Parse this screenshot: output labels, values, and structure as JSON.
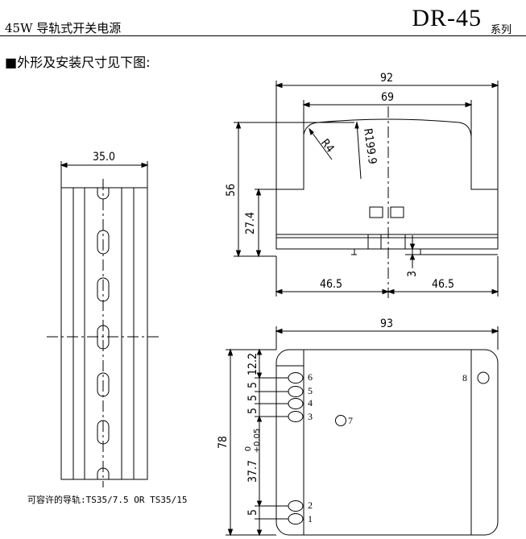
{
  "header": {
    "model_desc": "45W 导轨式开关电源",
    "model_code": "DR-45",
    "series_label": "系列"
  },
  "caption": "■外形及安装尺寸见下图:",
  "rail": {
    "width_label": "35.0",
    "note": "可容许的导轨:TS35/7.5 OR TS35/15"
  },
  "front_view": {
    "dims": {
      "total_width": "92",
      "top_width": "69",
      "radius_small": "R4",
      "radius_large": "R199.9",
      "height": "56",
      "lower_height": "27.4",
      "clip_offset": "3",
      "left_half": "46.5",
      "right_half": "46.5"
    }
  },
  "top_view": {
    "dims": {
      "width": "93",
      "height": "78",
      "pitch_a": "12.2",
      "pitch_b": "5",
      "pitch_c": "5",
      "pitch_d": "5",
      "spacing_main": "37.7",
      "tol_upper": "0",
      "tol_lower": "+0.05",
      "pitch_bottom": "5"
    },
    "terminals": [
      "6",
      "5",
      "4",
      "3",
      "2",
      "1"
    ],
    "led_label": "7",
    "pot_label": "8"
  }
}
